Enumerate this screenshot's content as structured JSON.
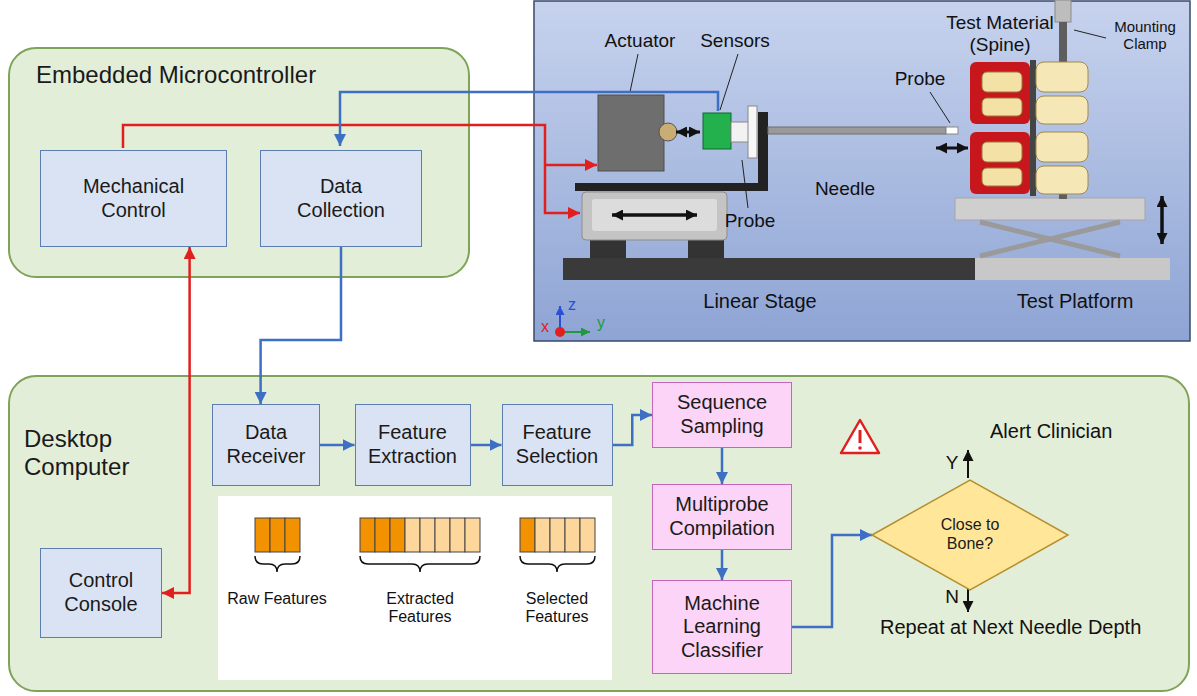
{
  "diagram": {
    "nodes": [
      {
        "text": [
          "Embedded Microcontroller"
        ]
      },
      {
        "text": [
          "Mechanical Control"
        ],
        "in": 0
      },
      {
        "text": [
          "Data Collection"
        ],
        "in": 0
      },
      {
        "text": [
          "Desktop Computer"
        ]
      },
      {
        "text": [
          "Control Console"
        ],
        "in": 3
      },
      {
        "text": [
          "Data Receiver"
        ],
        "in": 3
      },
      {
        "text": [
          "Feature Extraction"
        ],
        "in": 3
      },
      {
        "text": [
          "Feature Selection"
        ],
        "in": 3
      },
      {
        "text": [
          "Sequence Sampling"
        ],
        "in": 3
      },
      {
        "text": [
          "Multiprobe Compilation"
        ],
        "in": 3
      },
      {
        "text": [
          "Machine Learning Classifier"
        ],
        "in": 3
      },
      {
        "text": [
          "Close to Bone?"
        ],
        "in": 3
      }
    ],
    "edges": [
      {
        "from": 4,
        "to": 1,
        "arrow": "both"
      },
      {
        "from": 2,
        "to": 5,
        "arrow": "to"
      },
      {
        "from": 5,
        "to": 6,
        "arrow": "to"
      },
      {
        "from": 6,
        "to": 7,
        "arrow": "to"
      },
      {
        "from": 7,
        "to": 8,
        "arrow": "to"
      },
      {
        "from": 8,
        "to": 9,
        "arrow": "to"
      },
      {
        "from": 9,
        "to": 10,
        "arrow": "to"
      },
      {
        "from": 10,
        "to": 11,
        "arrow": "to"
      }
    ],
    "labels": [
      "Actuator",
      "Sensors",
      "Probe",
      "Needle",
      "Probe",
      "Test Material (Spine)",
      "Mounting Clamp",
      "Linear Stage",
      "Test Platform",
      "z",
      "y",
      "x",
      "Raw Features",
      "Extracted Features",
      "Selected Features",
      "Alert Clinician",
      "Y",
      "N",
      "Repeat at Next Needle Depth"
    ]
  }
}
